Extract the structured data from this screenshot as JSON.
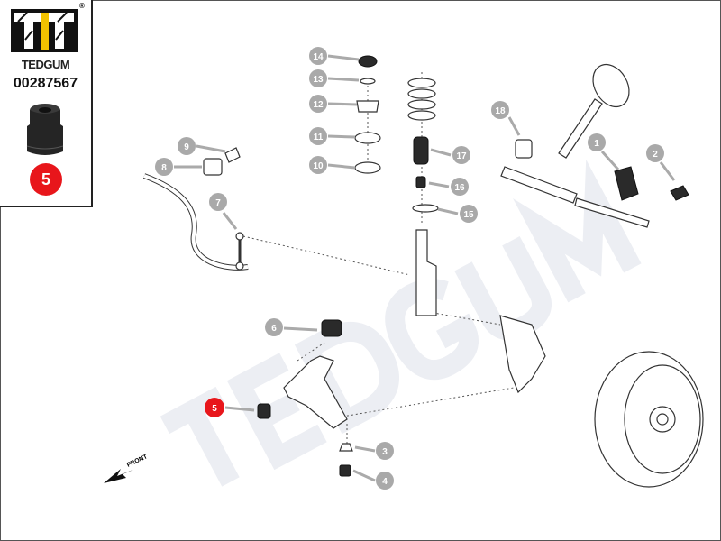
{
  "brand": {
    "name": "TEDGUM",
    "registered": "®",
    "part_number": "00287567",
    "highlight_number": "5",
    "accent_color": "#e8161b",
    "logo_yellow": "#f2c200"
  },
  "watermark": "TEDGUM",
  "front_label": "FRONT",
  "callouts": [
    {
      "label": "14"
    },
    {
      "label": "13"
    },
    {
      "label": "12"
    },
    {
      "label": "11"
    },
    {
      "label": "10"
    },
    {
      "label": "17"
    },
    {
      "label": "16"
    },
    {
      "label": "15"
    },
    {
      "label": "18"
    },
    {
      "label": "1"
    },
    {
      "label": "2"
    },
    {
      "label": "9"
    },
    {
      "label": "8"
    },
    {
      "label": "7"
    },
    {
      "label": "6"
    },
    {
      "label": "5"
    },
    {
      "label": "3"
    },
    {
      "label": "4"
    }
  ]
}
